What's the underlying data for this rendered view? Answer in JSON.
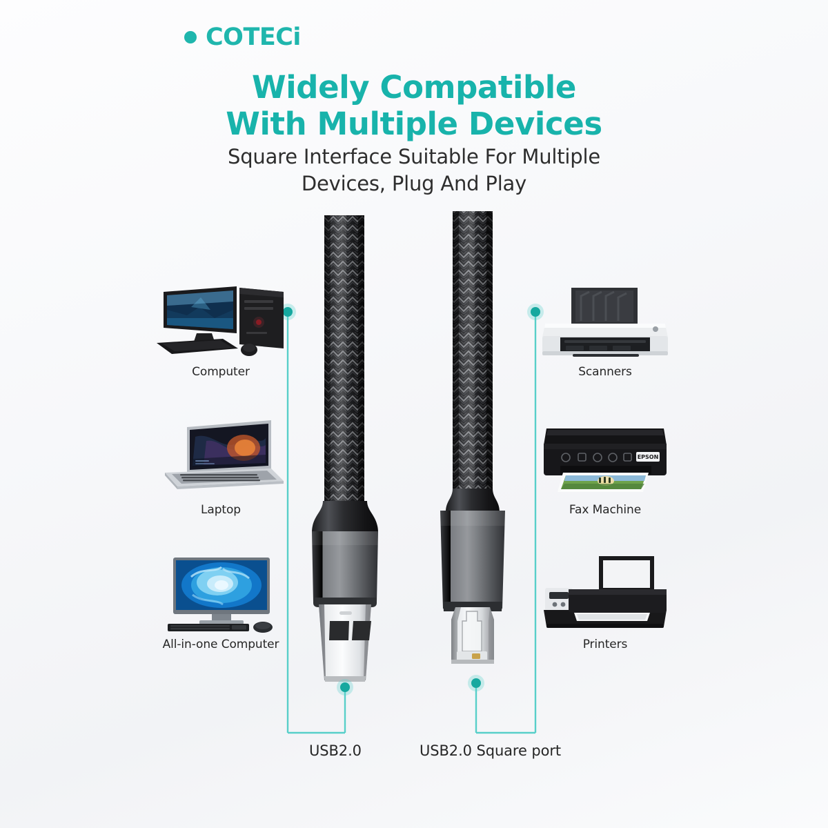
{
  "brand": {
    "logo_text": "COTECi",
    "logo_icon": "cotec-circle-mark",
    "accent_color": "#18b3ab"
  },
  "heading": {
    "line1": "Widely Compatible",
    "line2": "With Multiple Devices"
  },
  "subheading": {
    "line1": "Square Interface Suitable For Multiple",
    "line2": "Devices, Plug And Play"
  },
  "devices": {
    "left": [
      {
        "label": "Computer",
        "icon": "desktop-computer-icon"
      },
      {
        "label": "Laptop",
        "icon": "laptop-icon"
      },
      {
        "label": "All-in-one Computer",
        "icon": "all-in-one-computer-icon"
      }
    ],
    "right": [
      {
        "label": "Scanners",
        "icon": "scanner-icon"
      },
      {
        "label": "Fax Machine",
        "icon": "fax-machine-icon"
      },
      {
        "label": "Printers",
        "icon": "printer-icon"
      }
    ]
  },
  "connectors": [
    {
      "label": "USB2.0",
      "icon": "usb-a-plug-icon"
    },
    {
      "label": "USB2.0 Square port",
      "icon": "usb-b-plug-icon"
    }
  ],
  "colors": {
    "accent": "#18b3ab",
    "callout_line": "#57cfc9",
    "text": "#262626",
    "background": "#f7f8fa",
    "cable_dark": "#1c1c1e",
    "plug_metal": "#6f7376"
  }
}
